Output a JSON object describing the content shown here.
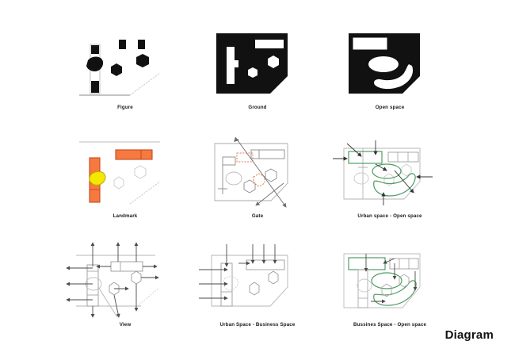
{
  "document": {
    "title": "Diagram",
    "background_color": "#ffffff"
  },
  "palette": {
    "black": "#111111",
    "white": "#ffffff",
    "orange": "#f57a40",
    "orange_dark": "#c9461c",
    "yellow": "#f5e700",
    "green": "#4f9e63",
    "gray_line": "#8a8a8a",
    "gray_light": "#b8b8b8",
    "arrow": "#555555"
  },
  "panels": [
    {
      "id": "figure",
      "caption": "Figure",
      "row": 0,
      "column": 0,
      "style": "black-shapes-on-white",
      "elements": [
        "site-boundary-line",
        "diagonal-edge-line",
        "vertical-slab-block",
        "two-small-square-blocks",
        "two-hexagon-blocks",
        "blob-shape"
      ]
    },
    {
      "id": "ground",
      "caption": "Ground",
      "row": 0,
      "column": 1,
      "style": "white-shapes-on-black",
      "elements": [
        "black-site-mass",
        "white-vertical-slab",
        "white-horizontal-bar",
        "white-hexagon-small",
        "white-hexagon-large",
        "chamfered-corner"
      ]
    },
    {
      "id": "open-space",
      "caption": "Open space",
      "row": 0,
      "column": 2,
      "style": "white-voids-on-black",
      "elements": [
        "black-site-mass",
        "white-rectangle-void",
        "white-ellipse-void",
        "white-crescent-void",
        "chamfered-corner"
      ]
    },
    {
      "id": "landmark",
      "caption": "Landmark",
      "row": 1,
      "column": 0,
      "style": "orange-highlight",
      "elements": [
        "orange-vertical-slab",
        "orange-horizontal-bar",
        "yellow-landmark-blob",
        "ghost-hexagons",
        "boundary-line",
        "diagonal-edge-line"
      ]
    },
    {
      "id": "gate",
      "caption": "Gate",
      "row": 1,
      "column": 1,
      "style": "line-plan-with-axes",
      "elements": [
        "site-outline",
        "building-blocks",
        "hexagon-outlines",
        "two-crossing-arrows",
        "orange-dashed-gate-markers"
      ]
    },
    {
      "id": "urban-open",
      "caption": "Urban space - Open space",
      "row": 1,
      "column": 2,
      "style": "green-overlay-with-arrows",
      "elements": [
        "site-outline",
        "green-rectangle",
        "green-ellipse",
        "green-curved-loop",
        "inbound-arrows"
      ]
    },
    {
      "id": "view",
      "caption": "View",
      "row": 2,
      "column": 0,
      "style": "radiating-view-arrows",
      "elements": [
        "site-outline",
        "vertical-slab",
        "horizontal-block",
        "hexagons",
        "view-arrows-left",
        "view-arrows-top",
        "view-arrows-bottom",
        "view-arrows-right"
      ]
    },
    {
      "id": "urban-business",
      "caption": "Urban Space - Business Space",
      "row": 2,
      "column": 1,
      "style": "directional-arrows-plan",
      "elements": [
        "site-outline",
        "vertical-slab",
        "horizontal-block",
        "hexagon-outlines",
        "arrows-from-left",
        "arrows-from-top"
      ]
    },
    {
      "id": "business-open",
      "caption": "Bussines Space - Open space",
      "row": 2,
      "column": 2,
      "style": "green-overlay-plan",
      "elements": [
        "site-outline",
        "green-rectangle",
        "green-ellipse",
        "green-curved-loop",
        "connector-arrows",
        "hexagon-outlines"
      ]
    }
  ]
}
